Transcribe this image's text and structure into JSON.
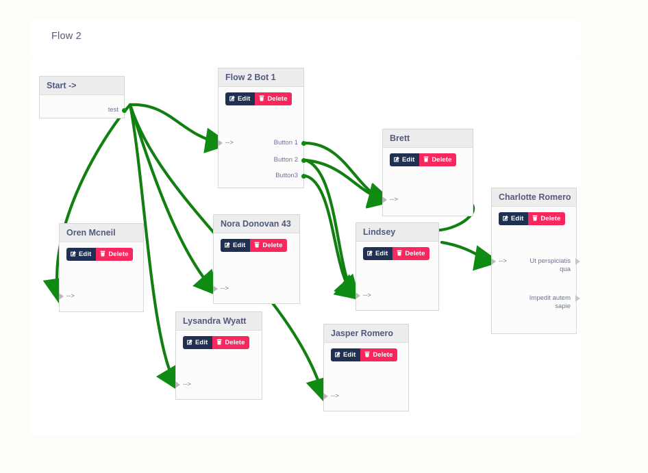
{
  "page": {
    "title": "Flow 2",
    "background_color": "#fdfdfa",
    "card_background": "#ffffff"
  },
  "theme": {
    "edge_color": "#0f8a12",
    "edit_button_color": "#1f3052",
    "delete_button_color": "#f8285f",
    "node_header_color": "#ededed",
    "node_border_color": "#d6d6d6",
    "node_title_color": "#51597d",
    "port_label_color": "#6a7393"
  },
  "buttons": {
    "edit_label": "Edit",
    "delete_label": "Delete",
    "edit_icon": "pencil-square-icon",
    "delete_icon": "trash-icon"
  },
  "nodes": [
    {
      "id": "start",
      "title": "Start ->",
      "has_buttons": false,
      "inputs": [],
      "outputs": [
        {
          "label": "test"
        }
      ]
    },
    {
      "id": "flow-2-bot-1",
      "title": "Flow 2 Bot 1",
      "has_buttons": true,
      "inputs": [
        {
          "label": "-->"
        }
      ],
      "outputs": [
        {
          "label": "Button 1"
        },
        {
          "label": "Button 2"
        },
        {
          "label": "Button3"
        }
      ]
    },
    {
      "id": "brett",
      "title": "Brett",
      "has_buttons": true,
      "inputs": [
        {
          "label": "-->"
        }
      ],
      "outputs": []
    },
    {
      "id": "charlotte-romero",
      "title": "Charlotte Romero",
      "has_buttons": true,
      "inputs": [
        {
          "label": "-->"
        }
      ],
      "outputs": [
        {
          "label": "Ut perspiciatis qua"
        },
        {
          "label": "Impedit autem sapie"
        }
      ]
    },
    {
      "id": "oren-mcneil",
      "title": "Oren Mcneil",
      "has_buttons": true,
      "inputs": [
        {
          "label": "-->"
        }
      ],
      "outputs": []
    },
    {
      "id": "nora-donovan-43",
      "title": "Nora Donovan 43",
      "has_buttons": true,
      "inputs": [
        {
          "label": "-->"
        }
      ],
      "outputs": []
    },
    {
      "id": "lindsey",
      "title": "Lindsey",
      "has_buttons": true,
      "inputs": [
        {
          "label": "-->"
        }
      ],
      "outputs": []
    },
    {
      "id": "lysandra-wyatt",
      "title": "Lysandra Wyatt",
      "has_buttons": true,
      "inputs": [
        {
          "label": "-->"
        }
      ],
      "outputs": []
    },
    {
      "id": "jasper-romero",
      "title": "Jasper Romero",
      "has_buttons": true,
      "inputs": [
        {
          "label": "-->"
        }
      ],
      "outputs": []
    }
  ]
}
